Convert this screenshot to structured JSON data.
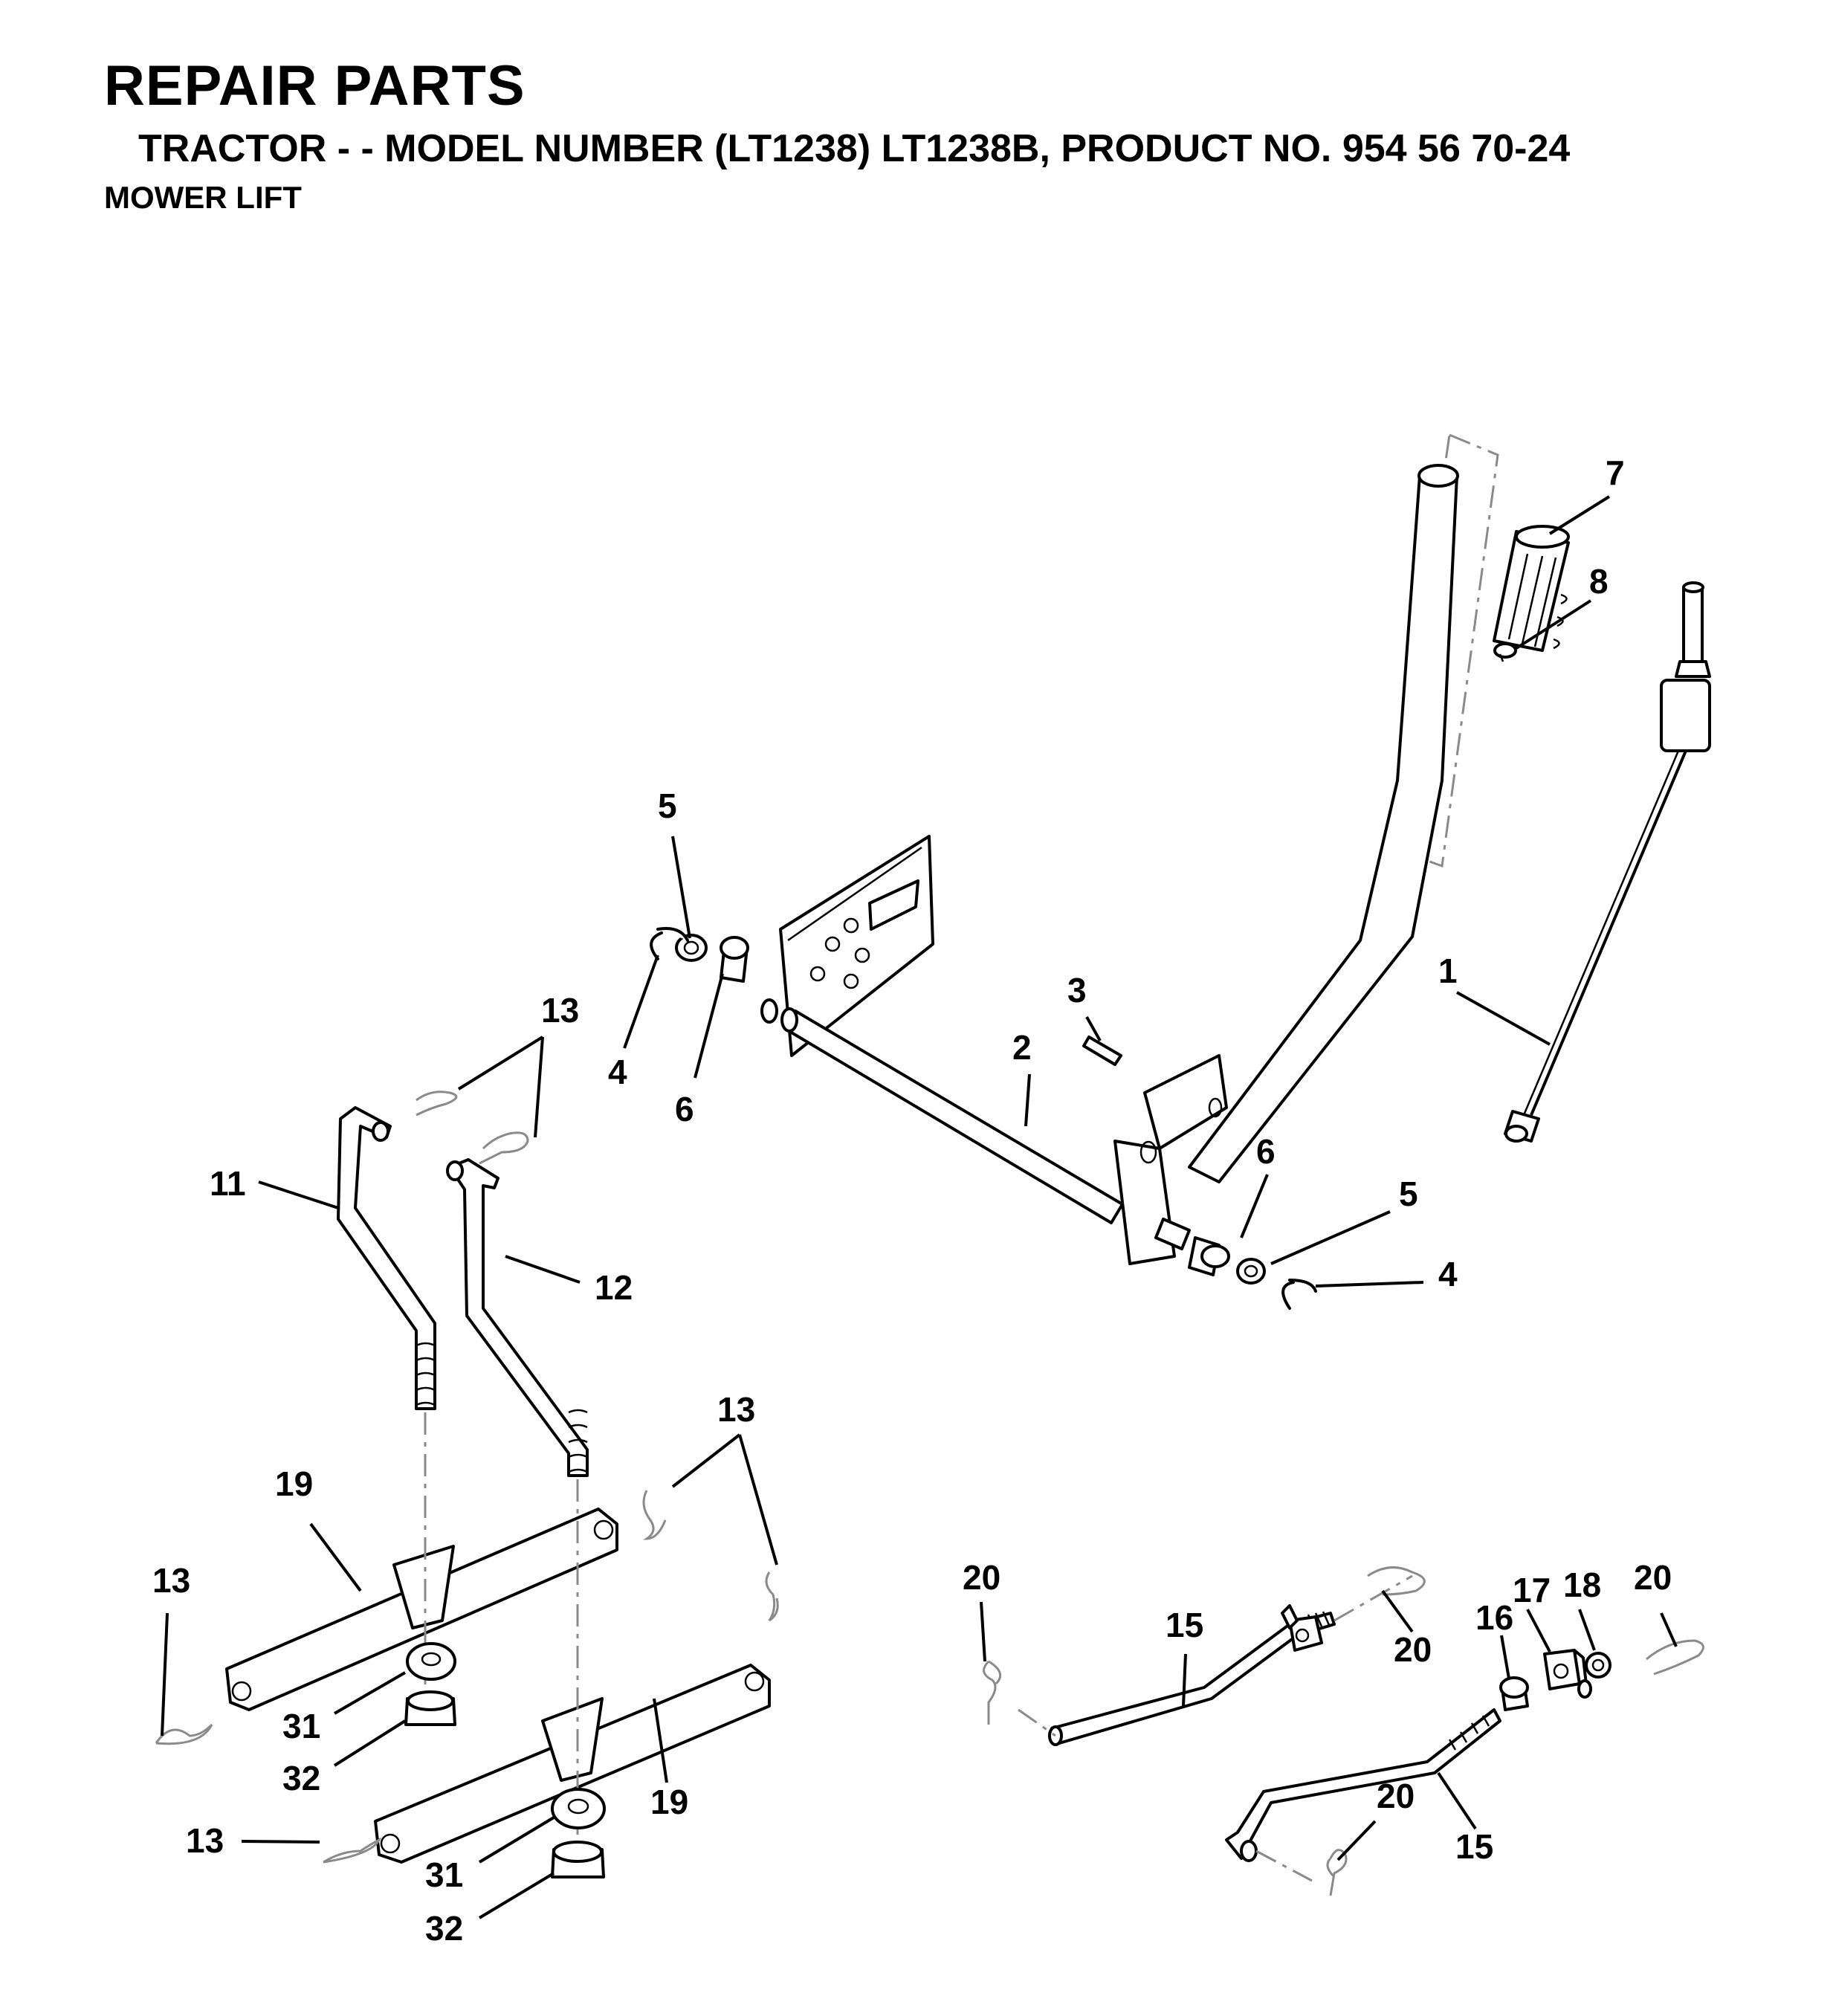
{
  "header": {
    "title": "REPAIR PARTS",
    "model_line": "TRACTOR - - MODEL NUMBER (LT1238) LT1238B, PRODUCT NO. 954 56 70-24",
    "section": "MOWER LIFT"
  },
  "callouts": [
    {
      "id": "c7",
      "text": "7"
    },
    {
      "id": "c8",
      "text": "8"
    },
    {
      "id": "c5a",
      "text": "5"
    },
    {
      "id": "c3",
      "text": "3"
    },
    {
      "id": "c2",
      "text": "2"
    },
    {
      "id": "c1",
      "text": "1"
    },
    {
      "id": "c4a",
      "text": "4"
    },
    {
      "id": "c6a",
      "text": "6"
    },
    {
      "id": "c13a",
      "text": "13"
    },
    {
      "id": "c11",
      "text": "11"
    },
    {
      "id": "c12",
      "text": "12"
    },
    {
      "id": "c6b",
      "text": "6"
    },
    {
      "id": "c5b",
      "text": "5"
    },
    {
      "id": "c4b",
      "text": "4"
    },
    {
      "id": "c13b",
      "text": "13"
    },
    {
      "id": "c19a",
      "text": "19"
    },
    {
      "id": "c13c",
      "text": "13"
    },
    {
      "id": "c31a",
      "text": "31"
    },
    {
      "id": "c32a",
      "text": "32"
    },
    {
      "id": "c19b",
      "text": "19"
    },
    {
      "id": "c13d",
      "text": "13"
    },
    {
      "id": "c31b",
      "text": "31"
    },
    {
      "id": "c32b",
      "text": "32"
    },
    {
      "id": "c20a",
      "text": "20"
    },
    {
      "id": "c15a",
      "text": "15"
    },
    {
      "id": "c20b",
      "text": "20"
    },
    {
      "id": "c16",
      "text": "16"
    },
    {
      "id": "c17",
      "text": "17"
    },
    {
      "id": "c18",
      "text": "18"
    },
    {
      "id": "c20c",
      "text": "20"
    },
    {
      "id": "c20d",
      "text": "20"
    },
    {
      "id": "c15b",
      "text": "15"
    }
  ]
}
